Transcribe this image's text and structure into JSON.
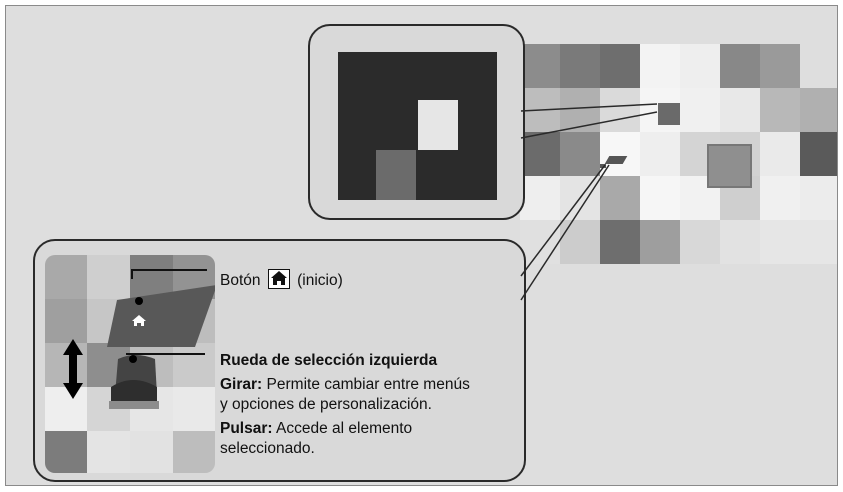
{
  "callouts": {
    "home_button": {
      "label_prefix": "Botón",
      "label_suffix": "(inicio)",
      "icon": "home-icon"
    },
    "left_wheel": {
      "title": "Rueda de selección izquierda",
      "rotate_label": "Girar:",
      "rotate_text_line1": "Permite cambiar entre menús",
      "rotate_text_line2": "y opciones de personalización.",
      "press_label": "Pulsar:",
      "press_text_line1": "Accede al elemento",
      "press_text_line2": "seleccionado."
    }
  },
  "icons": [
    "home-icon",
    "up-down-arrow-icon",
    "selection-wheel-icon"
  ],
  "colors": {
    "background": "#dedede",
    "frame_border": "#8a8a8a",
    "callout_border": "#2a2a2a",
    "dark_display": "#2b2b2b",
    "text": "#111111"
  }
}
